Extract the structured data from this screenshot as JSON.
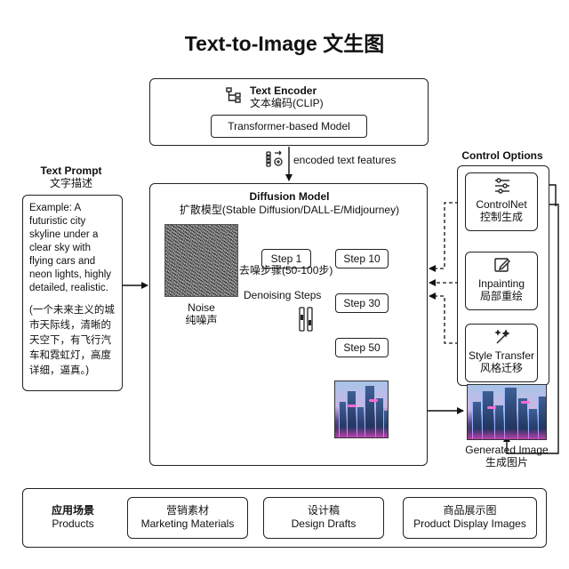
{
  "title": "Text-to-Image 文生图",
  "encoder": {
    "title": "Text Encoder",
    "subtitle": "文本编码(CLIP)",
    "inner": "Transformer-based Model",
    "arrow_label": "encoded text features"
  },
  "prompt": {
    "title": "Text Prompt",
    "subtitle": "文字描述",
    "example_en": "Example: A futuristic city skyline under a clear sky with flying cars and neon lights, highly detailed, realistic.",
    "example_zh": "(一个未来主义的城市天际线，清晰的天空下，有飞行汽车和霓虹灯，高度详细，逼真。)"
  },
  "diffusion": {
    "title": "Diffusion Model",
    "subtitle": "扩散模型(Stable Diffusion/DALL-E/Midjourney)",
    "noise_label": "Noise",
    "noise_label_zh": "纯噪声",
    "step1": "Step 1",
    "step10": "Step 10",
    "step30": "Step 30",
    "step50": "Step 50",
    "denoise_zh": "去噪步骤(50-100步)",
    "denoise_en": "Denoising Steps"
  },
  "controls": {
    "title": "Control Options",
    "items": [
      {
        "en": "ControlNet",
        "zh": "控制生成",
        "icon": "sliders-icon"
      },
      {
        "en": "Inpainting",
        "zh": "局部重绘",
        "icon": "edit-icon"
      },
      {
        "en": "Style Transfer",
        "zh": "风格迁移",
        "icon": "magic-wand-icon"
      }
    ]
  },
  "output": {
    "label": "Generated Image",
    "label_zh": "生成图片"
  },
  "applications": {
    "title_zh": "应用场景",
    "title_en": "Products",
    "items": [
      {
        "zh": "营销素材",
        "en": "Marketing Materials"
      },
      {
        "zh": "设计稿",
        "en": "Design Drafts"
      },
      {
        "zh": "商品展示图",
        "en": "Product Display Images"
      }
    ]
  }
}
